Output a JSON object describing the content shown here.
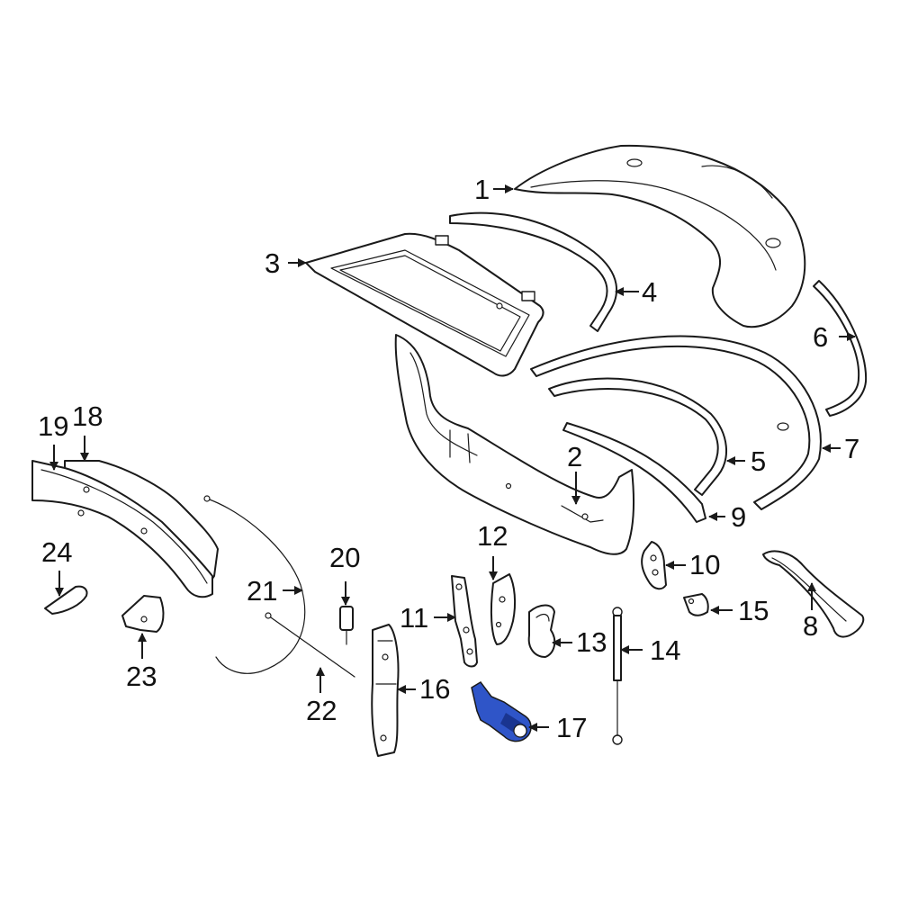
{
  "diagram": {
    "callouts": [
      "1",
      "2",
      "3",
      "4",
      "5",
      "6",
      "7",
      "8",
      "9",
      "10",
      "11",
      "12",
      "13",
      "14",
      "15",
      "16",
      "17",
      "18",
      "19",
      "20",
      "21",
      "22",
      "23",
      "24"
    ],
    "highlighted_part": "17",
    "colors": {
      "highlight": "#2f55c8",
      "highlight_dark": "#1a3590",
      "line": "#1a1a1a",
      "background": "#ffffff"
    }
  }
}
